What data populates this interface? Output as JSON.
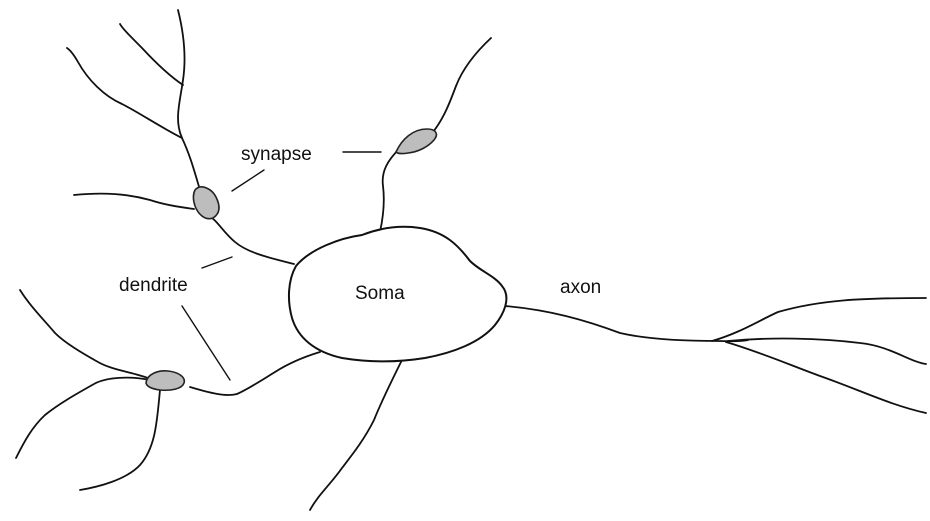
{
  "labels": {
    "synapse": "synapse",
    "dendrite": "dendrite",
    "soma": "Soma",
    "axon": "axon"
  },
  "colors": {
    "line": "#111111",
    "synapse_fill": "#bdbdbd",
    "background": "#ffffff"
  }
}
